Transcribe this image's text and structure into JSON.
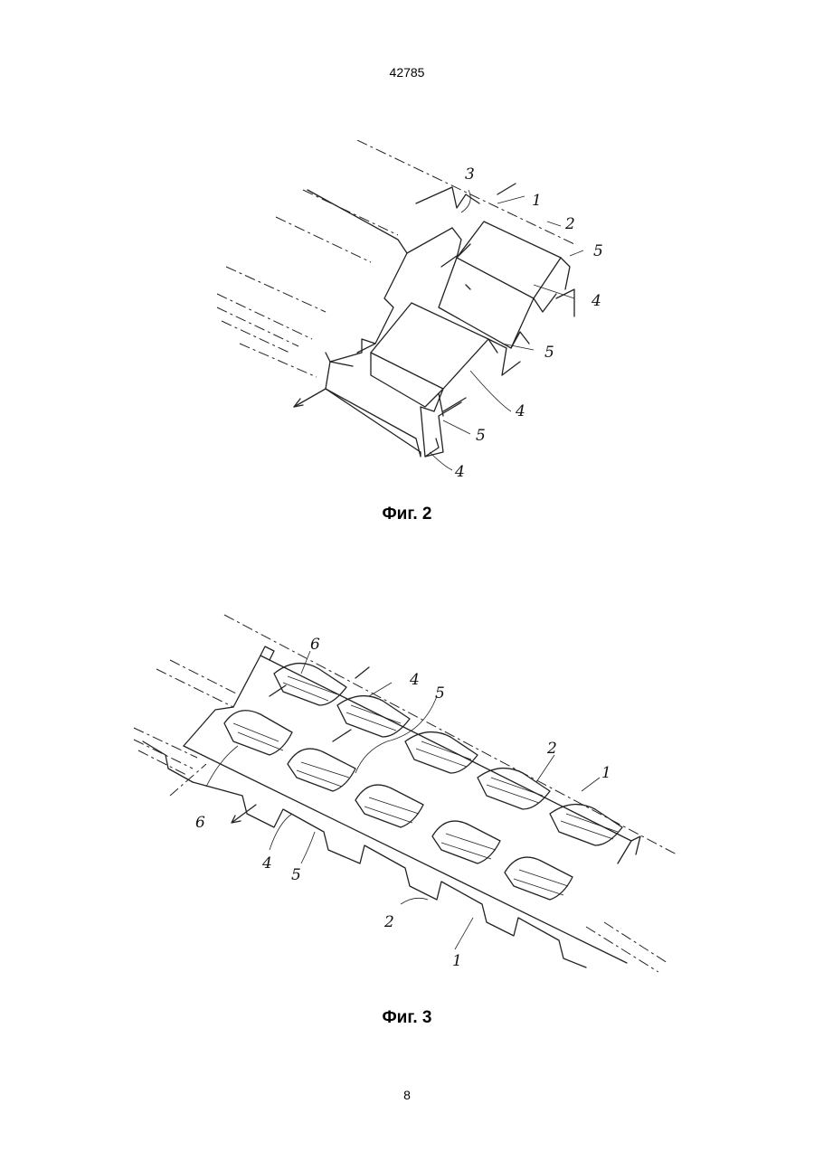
{
  "header": {
    "doc_number": "42785"
  },
  "figure2": {
    "caption": "Фиг. 2",
    "labels": {
      "l3": "3",
      "l1": "1",
      "l2": "2",
      "l5a": "5",
      "l4a": "4",
      "l5b": "5",
      "l4b": "4",
      "l5c": "5",
      "l4c": "4"
    }
  },
  "figure3": {
    "caption": "Фиг. 3",
    "labels": {
      "l6a": "6",
      "l4a": "4",
      "l5a": "5",
      "l2a": "2",
      "l1a": "1",
      "l6b": "6",
      "l4b": "4",
      "l5b": "5",
      "l2b": "2",
      "l1b": "1"
    }
  },
  "footer": {
    "page_number": "8"
  }
}
